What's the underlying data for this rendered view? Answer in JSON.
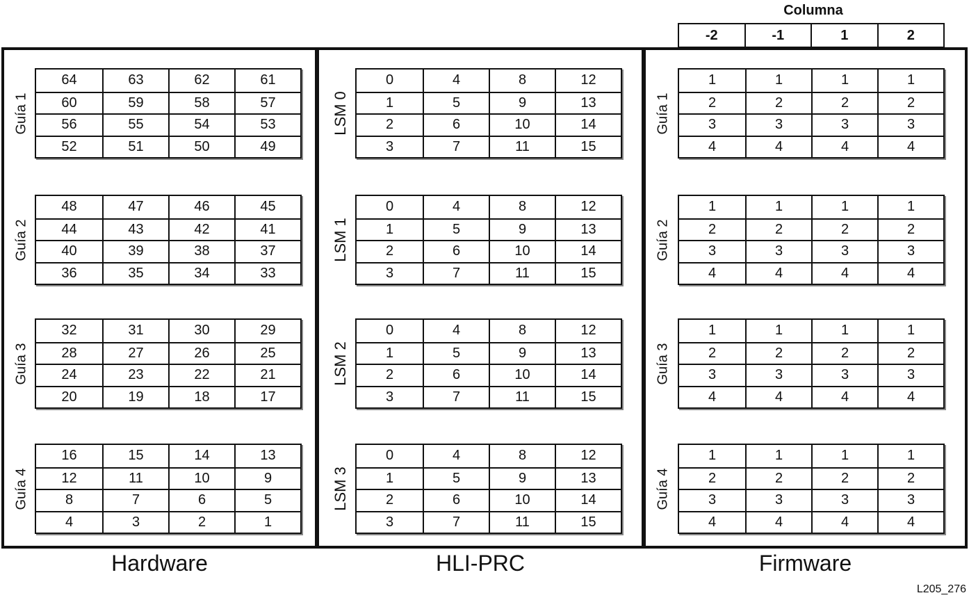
{
  "header": {
    "title": "Columna",
    "columns": [
      "-2",
      "-1",
      "1",
      "2"
    ]
  },
  "panels": [
    {
      "id": "hardware",
      "title": "Hardware",
      "groups": [
        {
          "label": "Guía 1",
          "rows": [
            [
              "64",
              "63",
              "62",
              "61"
            ],
            [
              "60",
              "59",
              "58",
              "57"
            ],
            [
              "56",
              "55",
              "54",
              "53"
            ],
            [
              "52",
              "51",
              "50",
              "49"
            ]
          ]
        },
        {
          "label": "Guía 2",
          "rows": [
            [
              "48",
              "47",
              "46",
              "45"
            ],
            [
              "44",
              "43",
              "42",
              "41"
            ],
            [
              "40",
              "39",
              "38",
              "37"
            ],
            [
              "36",
              "35",
              "34",
              "33"
            ]
          ]
        },
        {
          "label": "Guía 3",
          "rows": [
            [
              "32",
              "31",
              "30",
              "29"
            ],
            [
              "28",
              "27",
              "26",
              "25"
            ],
            [
              "24",
              "23",
              "22",
              "21"
            ],
            [
              "20",
              "19",
              "18",
              "17"
            ]
          ]
        },
        {
          "label": "Guía 4",
          "rows": [
            [
              "16",
              "15",
              "14",
              "13"
            ],
            [
              "12",
              "11",
              "10",
              "9"
            ],
            [
              "8",
              "7",
              "6",
              "5"
            ],
            [
              "4",
              "3",
              "2",
              "1"
            ]
          ]
        }
      ]
    },
    {
      "id": "hli",
      "title": "HLI-PRC",
      "groups": [
        {
          "label": "LSM 0",
          "rows": [
            [
              "0",
              "4",
              "8",
              "12"
            ],
            [
              "1",
              "5",
              "9",
              "13"
            ],
            [
              "2",
              "6",
              "10",
              "14"
            ],
            [
              "3",
              "7",
              "11",
              "15"
            ]
          ]
        },
        {
          "label": "LSM 1",
          "rows": [
            [
              "0",
              "4",
              "8",
              "12"
            ],
            [
              "1",
              "5",
              "9",
              "13"
            ],
            [
              "2",
              "6",
              "10",
              "14"
            ],
            [
              "3",
              "7",
              "11",
              "15"
            ]
          ]
        },
        {
          "label": "LSM 2",
          "rows": [
            [
              "0",
              "4",
              "8",
              "12"
            ],
            [
              "1",
              "5",
              "9",
              "13"
            ],
            [
              "2",
              "6",
              "10",
              "14"
            ],
            [
              "3",
              "7",
              "11",
              "15"
            ]
          ]
        },
        {
          "label": "LSM 3",
          "rows": [
            [
              "0",
              "4",
              "8",
              "12"
            ],
            [
              "1",
              "5",
              "9",
              "13"
            ],
            [
              "2",
              "6",
              "10",
              "14"
            ],
            [
              "3",
              "7",
              "11",
              "15"
            ]
          ]
        }
      ]
    },
    {
      "id": "firmware",
      "title": "Firmware",
      "groups": [
        {
          "label": "Guía 1",
          "rows": [
            [
              "1",
              "1",
              "1",
              "1"
            ],
            [
              "2",
              "2",
              "2",
              "2"
            ],
            [
              "3",
              "3",
              "3",
              "3"
            ],
            [
              "4",
              "4",
              "4",
              "4"
            ]
          ]
        },
        {
          "label": "Guía 2",
          "rows": [
            [
              "1",
              "1",
              "1",
              "1"
            ],
            [
              "2",
              "2",
              "2",
              "2"
            ],
            [
              "3",
              "3",
              "3",
              "3"
            ],
            [
              "4",
              "4",
              "4",
              "4"
            ]
          ]
        },
        {
          "label": "Guía 3",
          "rows": [
            [
              "1",
              "1",
              "1",
              "1"
            ],
            [
              "2",
              "2",
              "2",
              "2"
            ],
            [
              "3",
              "3",
              "3",
              "3"
            ],
            [
              "4",
              "4",
              "4",
              "4"
            ]
          ]
        },
        {
          "label": "Guía 4",
          "rows": [
            [
              "1",
              "1",
              "1",
              "1"
            ],
            [
              "2",
              "2",
              "2",
              "2"
            ],
            [
              "3",
              "3",
              "3",
              "3"
            ],
            [
              "4",
              "4",
              "4",
              "4"
            ]
          ]
        }
      ]
    }
  ],
  "figure_id": "L205_276"
}
